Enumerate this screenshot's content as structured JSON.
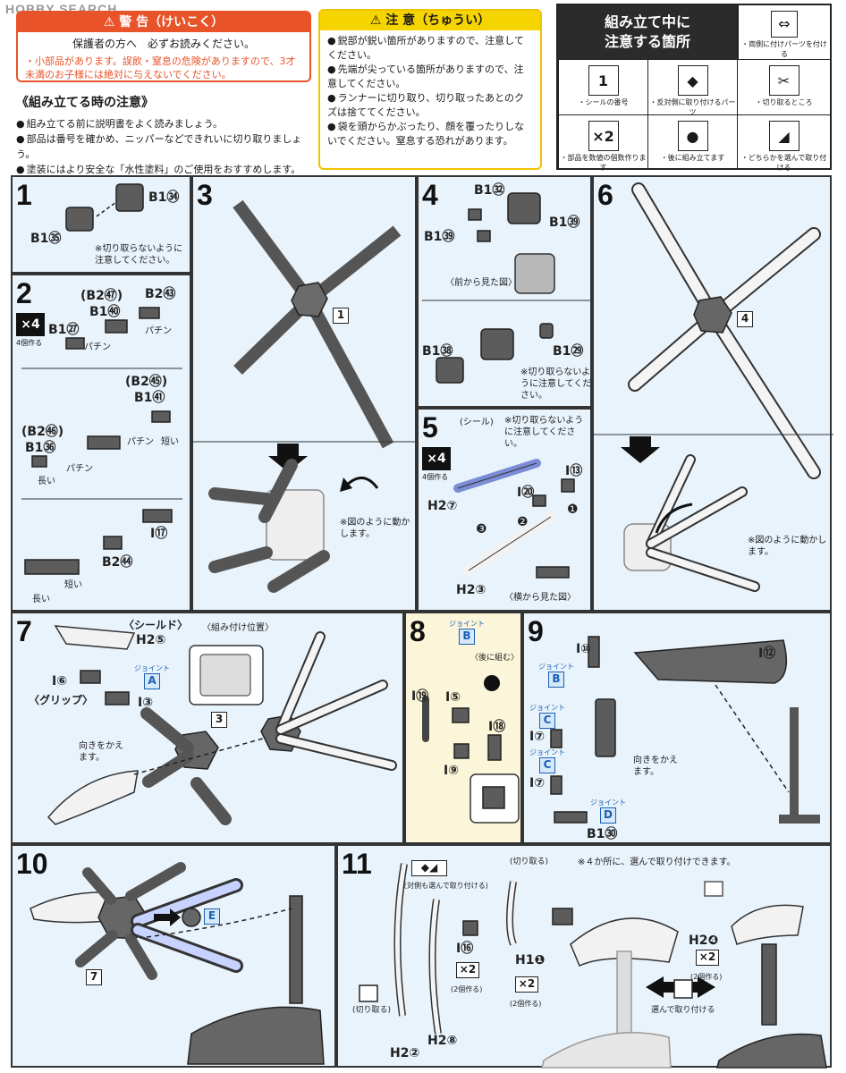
{
  "watermark": "HOBBY SEARCH",
  "warning": {
    "title": "⚠ 警 告（けいこく）",
    "line1": "保護者の方へ　必ずお読みください。",
    "line2": "・小部品があります。誤飲・窒息の危険がありますので、3才未満のお子様には絶対に与えないでください。"
  },
  "caution": {
    "title": "⚠ 注 意（ちゅうい）",
    "items": [
      "鋭部が鋭い箇所がありますので、注意してください。",
      "先端が尖っている箇所がありますので、注意してください。",
      "ランナーに切り取り、切り取ったあとのクズは捨ててください。",
      "袋を頭からかぶったり、顔を覆ったりしないでください。窒息する恐れがあります。"
    ]
  },
  "assembly_notes": {
    "title": "《組み立てる時の注意》",
    "items": [
      "組み立てる前に説明書をよく読みましょう。",
      "部品は番号を確かめ、ニッパーなどできれいに切り取りましょう。",
      "塗装にはより安全な「水性塗料」のご使用をおすすめします。"
    ]
  },
  "legend": {
    "title_line1": "組み立て中に",
    "title_line2": "注意する箇所",
    "head_caption": "・両側に付けパーツを付ける",
    "cells": [
      {
        "icon": "1",
        "caption": "・シールの番号"
      },
      {
        "icon": "◆",
        "caption": "・反対側に取り付けるパーツ"
      },
      {
        "icon": "✂",
        "caption": "・切り取るところ"
      },
      {
        "icon": "×2",
        "caption": "・部品を数値の個数作ります"
      },
      {
        "icon": "●",
        "caption": "・後に組み立てます"
      },
      {
        "icon": "◢",
        "caption": "・どちらかを選んで取り付ける"
      }
    ]
  },
  "steps": {
    "s1": {
      "num": "1",
      "parts": [
        "B1㉞",
        "B1㉟"
      ],
      "note": "※切り取らないように注意してください。"
    },
    "s2": {
      "num": "2",
      "x4": "×4",
      "x4sub": "4個作る",
      "parts": [
        "(B2㊼)",
        "B2㊸",
        "B1㊵",
        "B1㉗",
        "(B2㊺)",
        "B1㊶",
        "(B2㊻)",
        "B1㊱",
        "I⑰",
        "B2㊹"
      ],
      "words": [
        "パチン",
        "パチン",
        "パチン",
        "パチン",
        "短い",
        "長い",
        "短い",
        "長い"
      ]
    },
    "s3": {
      "num": "3",
      "sticker": "1",
      "note": "※図のように動かします。"
    },
    "s4": {
      "num": "4",
      "parts": [
        "B1㉜",
        "B1㊴",
        "B1㊴",
        "B1㊳",
        "B1㉙"
      ],
      "front": "〈前から見た図〉",
      "note": "※切り取らないように注意してください。"
    },
    "s5": {
      "num": "5",
      "x4": "×4",
      "x4sub": "4個作る",
      "seal": "(シール)",
      "note": "※切り取らないように注意してください。",
      "parts": [
        "H2⑦",
        "H2③",
        "I⑳",
        "I⑬"
      ],
      "side": "〈横から見た図〉",
      "arrows": [
        "❶",
        "❷",
        "❸"
      ]
    },
    "s6": {
      "num": "6",
      "sticker": "4",
      "note": "※図のように動かします。"
    },
    "s7": {
      "num": "7",
      "parts": [
        "〈シールド〉",
        "H2⑤",
        "I⑥",
        "〈グリップ〉",
        "I③"
      ],
      "joint_label": "ジョイント",
      "joint": "A",
      "pos": "〈組み付け位置〉",
      "sticker": "3",
      "note": "向きをかえます。"
    },
    "s8": {
      "num": "8",
      "joint_label": "ジョイント",
      "joint": "B",
      "later": "〈後に組む〉",
      "parts": [
        "I⑲",
        "I⑤",
        "I⑱",
        "I⑨"
      ]
    },
    "s9": {
      "num": "9",
      "parts": [
        "I⑩",
        "I⑫",
        "I⑦",
        "I⑦",
        "B1㉚"
      ],
      "joints": [
        "B",
        "C",
        "C",
        "D"
      ],
      "joint_label": "ジョイント",
      "note": "向きをかえます。"
    },
    "s10": {
      "num": "10",
      "joint": "E",
      "sticker": "7"
    },
    "s11": {
      "num": "11",
      "pick": "(反対側も選んで取り付ける)",
      "cut": "(切り取る)",
      "cut2": "(切り取る)",
      "note": "※４か所に、選んで取り付けできます。",
      "parts": [
        "I⑯",
        "H1❶",
        "H2⑧",
        "H2②",
        "H2❹"
      ],
      "x2": "×2",
      "x2sub": "(2個作る)",
      "pick2": "選んで取り付ける"
    }
  }
}
